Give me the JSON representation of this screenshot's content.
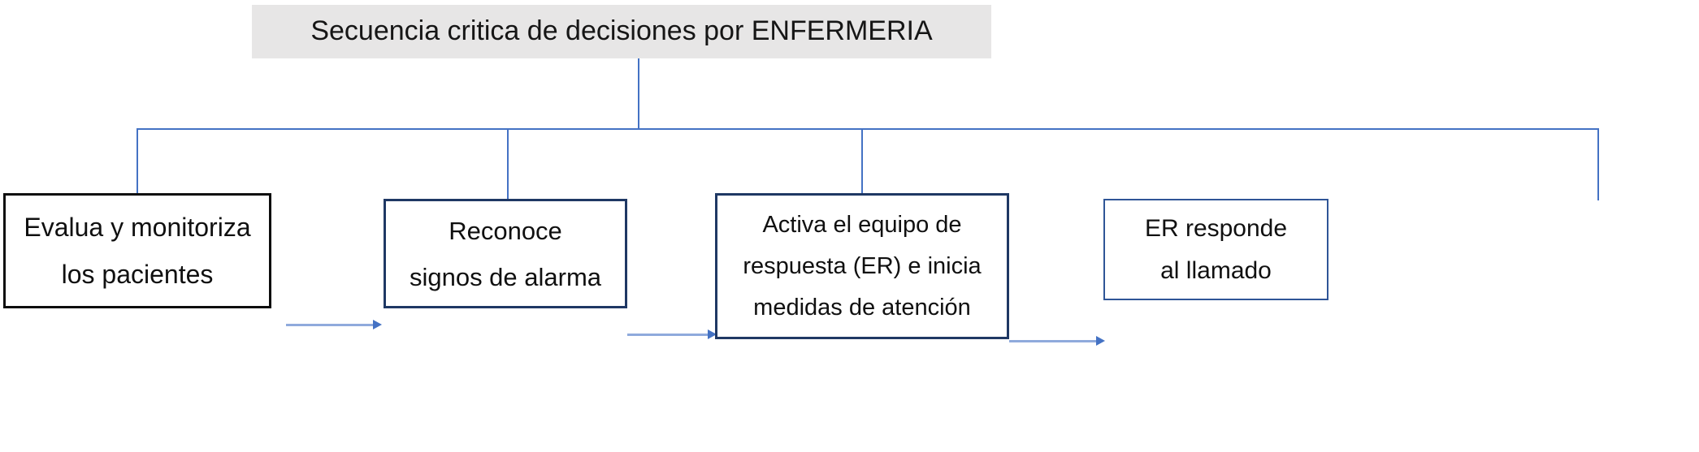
{
  "title": {
    "text": "Secuencia critica de decisiones por ENFERMERIA",
    "background_color": "#e7e6e6",
    "text_color": "#161616"
  },
  "colors": {
    "connector_blue": "#4472c4",
    "arrow_shaft": "#8faadc",
    "arrow_head": "#4472c4",
    "box1_border": "#0d0d0d",
    "box2_border": "#1f3864",
    "box3_border": "#1f3864",
    "box4_border": "#2f5597",
    "box_fill": "#ffffff"
  },
  "chart_data": {
    "type": "diagram",
    "title": "Secuencia critica de decisiones por ENFERMERIA",
    "layout": "horizontal-sequence-under-tree-bus",
    "nodes": [
      {
        "id": "n1",
        "lines": [
          "Evalua y monitoriza",
          "los pacientes"
        ]
      },
      {
        "id": "n2",
        "lines": [
          "Reconoce",
          "signos de alarma"
        ]
      },
      {
        "id": "n3",
        "lines": [
          "Activa el equipo de",
          "respuesta (ER)  e inicia",
          "medidas de atención"
        ]
      },
      {
        "id": "n4",
        "lines": [
          "ER responde",
          "al llamado"
        ]
      }
    ],
    "edges": [
      {
        "from": "title",
        "to": "n1",
        "style": "tree-bus"
      },
      {
        "from": "title",
        "to": "n2",
        "style": "tree-bus"
      },
      {
        "from": "title",
        "to": "n3",
        "style": "tree-bus"
      },
      {
        "from": "title",
        "to": "n4",
        "style": "tree-bus"
      },
      {
        "from": "n1",
        "to": "n2",
        "style": "arrow"
      },
      {
        "from": "n2",
        "to": "n3",
        "style": "arrow"
      },
      {
        "from": "n3",
        "to": "n4",
        "style": "arrow"
      }
    ]
  },
  "boxes": [
    {
      "line1": "Evalua y monitoriza",
      "line2": "los pacientes"
    },
    {
      "line1": "Reconoce",
      "line2": "signos de alarma"
    },
    {
      "line1": "Activa el equipo de",
      "line2": "respuesta (ER)  e inicia",
      "line3": "medidas de atención"
    },
    {
      "line1": "ER responde",
      "line2": "al llamado"
    }
  ]
}
